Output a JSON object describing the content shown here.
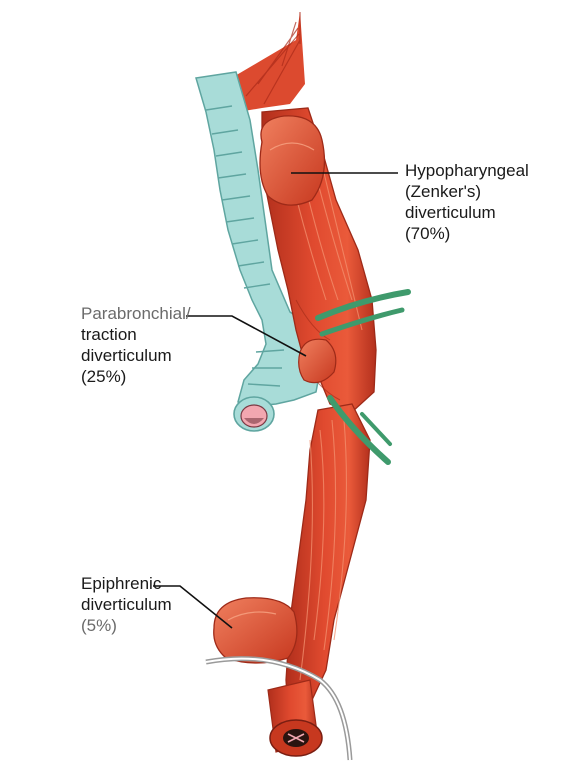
{
  "labels": {
    "hypopharyngeal": {
      "line1": "Hypopharyngeal",
      "line2": "(Zenker's)",
      "line3": "diverticulum",
      "percent": "(70%)"
    },
    "parabronchial": {
      "line1": "Parabronchial/",
      "line2": "traction",
      "line3": "diverticulum",
      "percent": "(25%)"
    },
    "epiphrenic": {
      "line1": "Epiphrenic",
      "line2": "diverticulum",
      "percent": "(5%)"
    }
  },
  "prevalence": {
    "hypopharyngeal_percent": 70,
    "parabronchial_percent": 25,
    "epiphrenic_percent": 5
  },
  "colors": {
    "muscle": "#d9442b",
    "muscle_dark": "#b12f1c",
    "muscle_light": "#ee7a5a",
    "trachea": "#a8dcd8",
    "trachea_line": "#5fa5a0",
    "vessel": "#3f9a6c",
    "tube": "#9a9a9a",
    "lumen_pink": "#f2a7b0"
  }
}
